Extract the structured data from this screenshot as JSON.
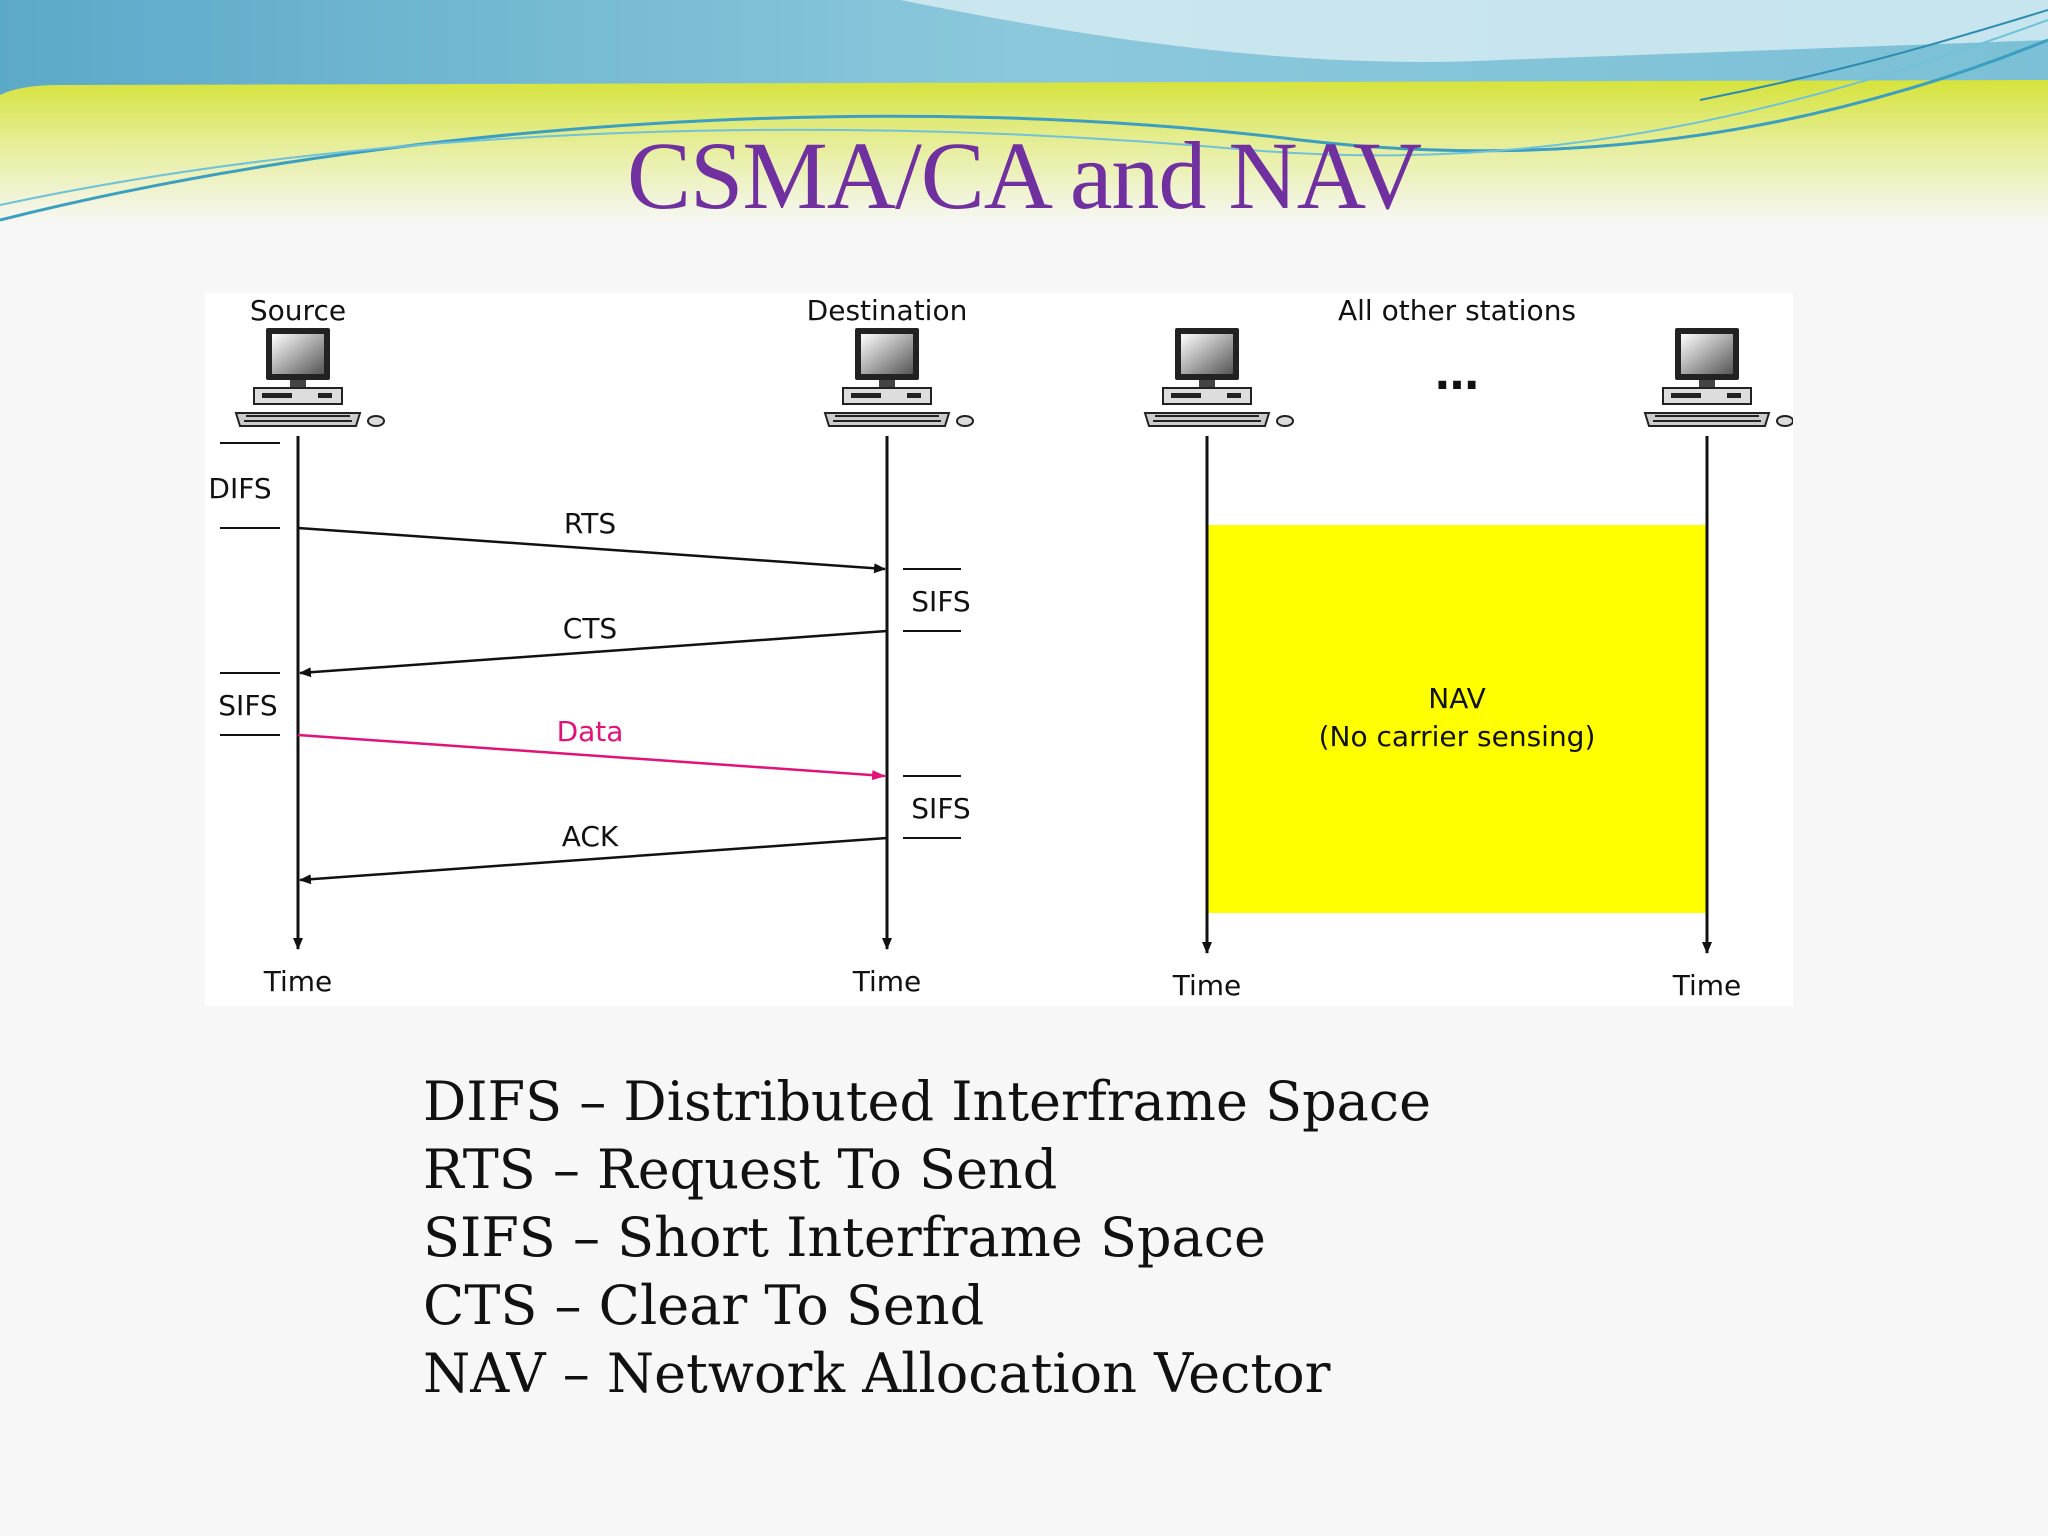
{
  "slide": {
    "title": "CSMA/CA and NAV"
  },
  "diagram": {
    "nodes": {
      "source": "Source",
      "destination": "Destination",
      "others": "All other stations",
      "ellipsis": "…"
    },
    "messages": [
      {
        "label": "RTS"
      },
      {
        "label": "CTS"
      },
      {
        "label": "Data"
      },
      {
        "label": "ACK"
      }
    ],
    "intervals": [
      {
        "label": "DIFS"
      },
      {
        "label": "SIFS"
      },
      {
        "label": "SIFS"
      },
      {
        "label": "SIFS"
      }
    ],
    "nav_box": {
      "title": "NAV",
      "subtitle": "(No carrier sensing)"
    },
    "time_label": "Time"
  },
  "legend": [
    "DIFS – Distributed Interframe Space",
    "RTS – Request To Send",
    "SIFS – Short Interframe Space",
    "CTS – Clear To Send",
    "NAV – Network Allocation Vector"
  ],
  "colors": {
    "title": "#7030a0",
    "data_arrow": "#e2127a",
    "nav_fill": "#ffff00"
  }
}
